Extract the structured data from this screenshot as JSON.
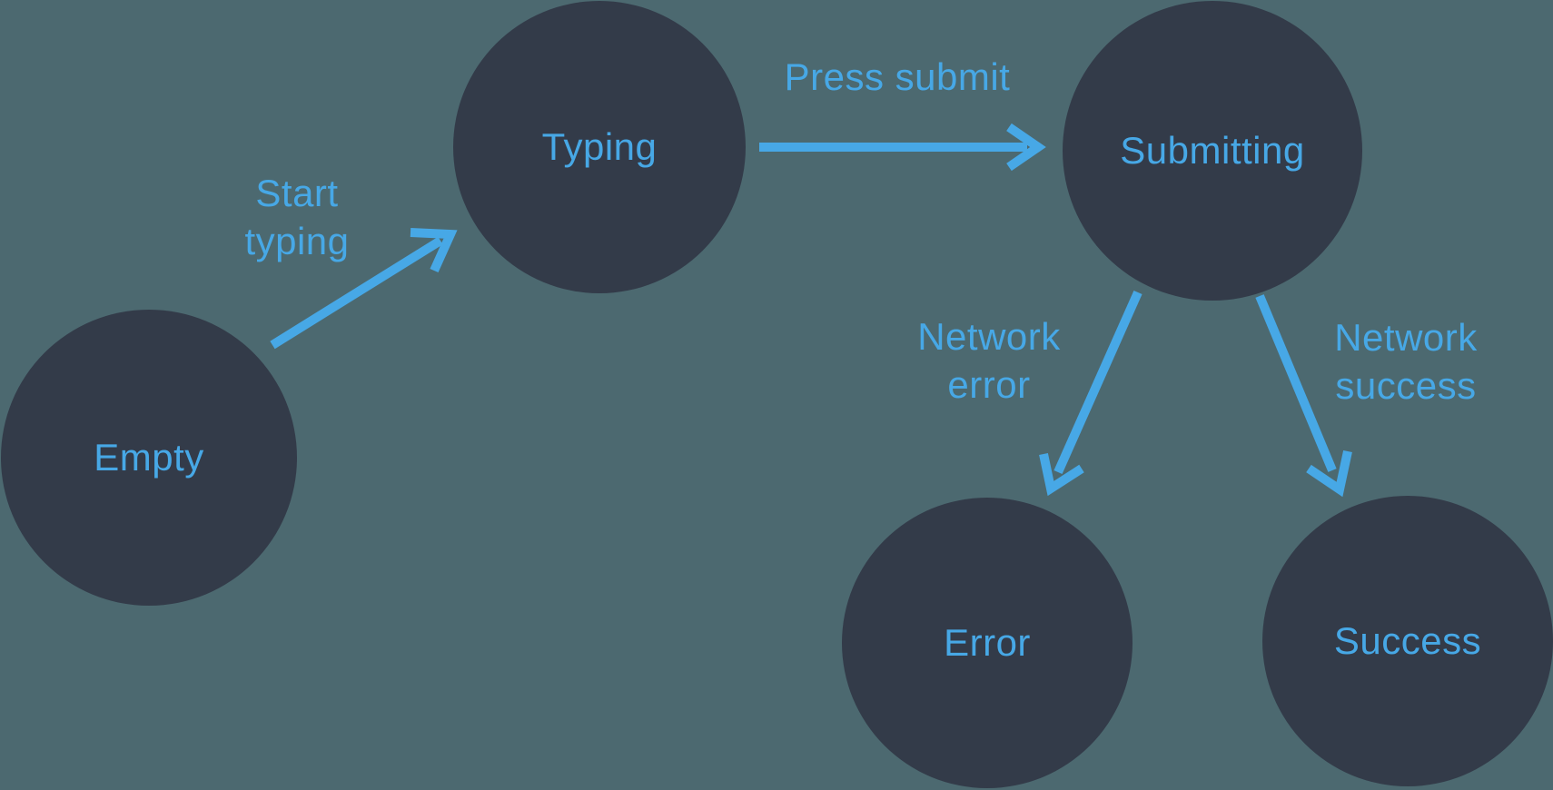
{
  "diagram": {
    "type": "state-machine",
    "nodes": [
      {
        "id": "empty",
        "label": "Empty"
      },
      {
        "id": "typing",
        "label": "Typing"
      },
      {
        "id": "submitting",
        "label": "Submitting"
      },
      {
        "id": "error",
        "label": "Error"
      },
      {
        "id": "success",
        "label": "Success"
      }
    ],
    "edges": [
      {
        "from": "empty",
        "to": "typing",
        "label": "Start typing"
      },
      {
        "from": "typing",
        "to": "submitting",
        "label": "Press submit"
      },
      {
        "from": "submitting",
        "to": "error",
        "label": "Network error"
      },
      {
        "from": "submitting",
        "to": "success",
        "label": "Network success"
      }
    ],
    "colors": {
      "background": "#4c6970",
      "node": "#333b49",
      "accent": "#47a8e6"
    }
  }
}
